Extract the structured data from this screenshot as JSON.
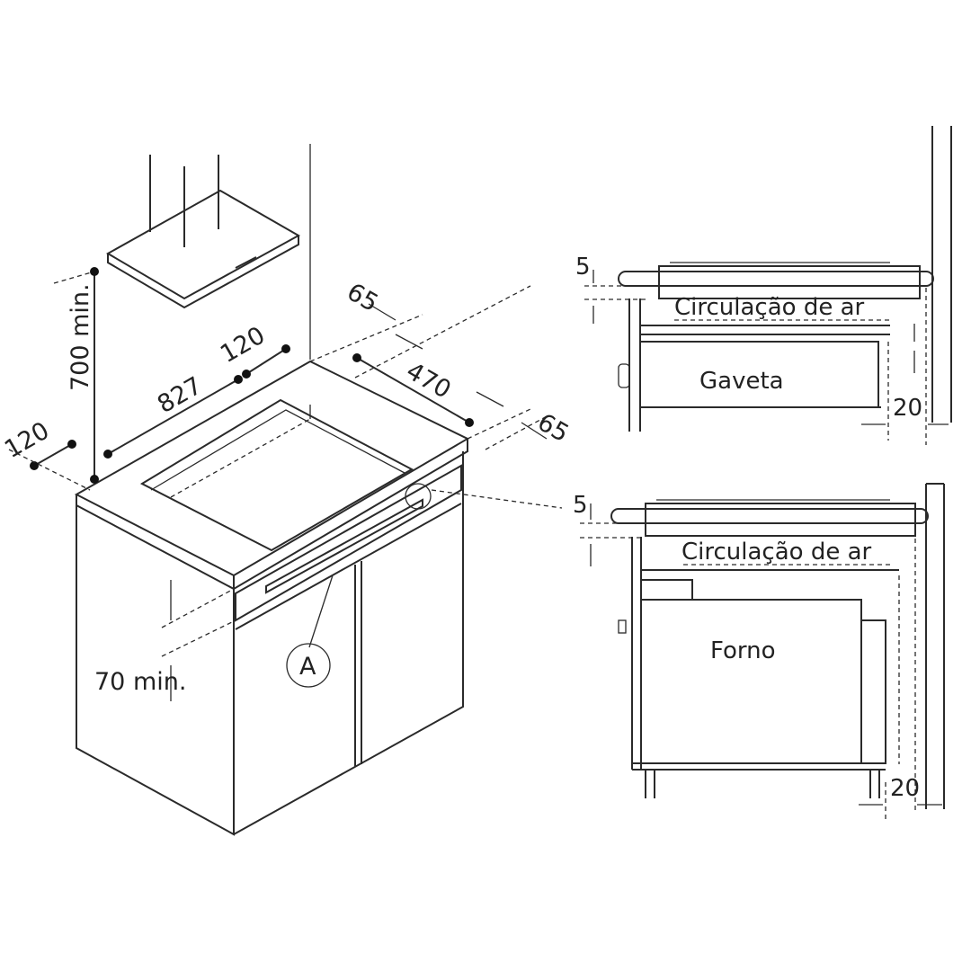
{
  "left_diagram": {
    "dim_hood_height": "700 min.",
    "dim_width": "827",
    "dim_left_margin": "120",
    "dim_back_margin": "120",
    "dim_depth": "470",
    "dim_back_gap": "65",
    "dim_front_gap": "65",
    "dim_drawer_gap": "70 min.",
    "callout": "A"
  },
  "right_top": {
    "dim_gap": "5",
    "airflow_label": "Circulação de ar",
    "compartment_label": "Gaveta",
    "dim_wall": "20"
  },
  "right_bottom": {
    "dim_gap": "5",
    "airflow_label": "Circulação de ar",
    "compartment_label": "Forno",
    "dim_wall": "20"
  }
}
